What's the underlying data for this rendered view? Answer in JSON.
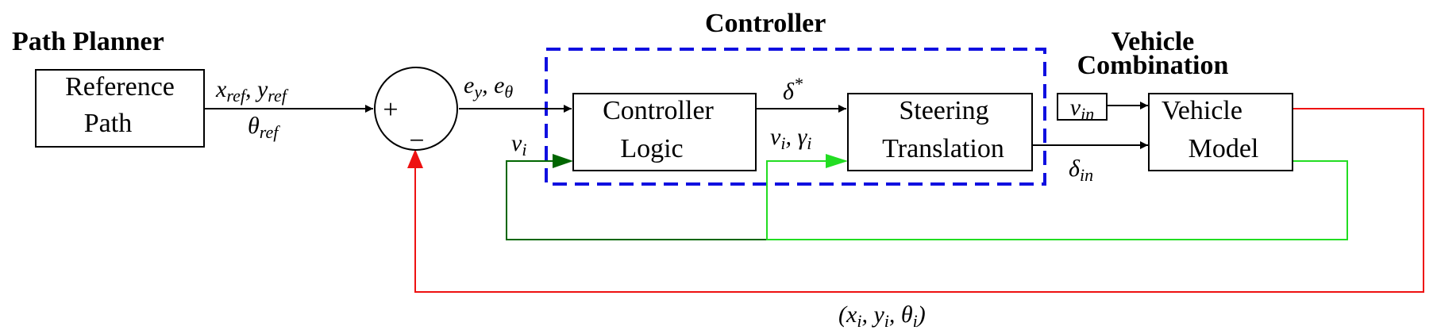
{
  "titles": {
    "path_planner": "Path Planner",
    "controller": "Controller",
    "vehicle_line1": "Vehicle",
    "vehicle_line2": "Combination"
  },
  "blocks": {
    "reference_path": [
      "Reference",
      "Path"
    ],
    "controller_logic": [
      "Controller",
      "Logic"
    ],
    "steering_translation": [
      "Steering",
      "Translation"
    ],
    "vehicle_model": [
      "Vehicle",
      "Model"
    ]
  },
  "summing_junction": {
    "plus": "+",
    "minus": "−"
  },
  "signals": {
    "x_ref": "x",
    "x_ref_sub": "ref",
    "y_ref": "y",
    "y_ref_sub": "ref",
    "theta_ref": "θ",
    "theta_ref_sub": "ref",
    "e_y": "e",
    "e_y_sub": "y",
    "e_theta": "e",
    "e_theta_sub": "θ",
    "v_i": "v",
    "v_i_sub": "i",
    "delta_star": "δ",
    "delta_star_sup": "*",
    "v_i2": "v",
    "v_i2_sub": "i",
    "gamma_i": "γ",
    "gamma_i_sub": "i",
    "v_in": "v",
    "v_in_sub": "in",
    "delta_in": "δ",
    "delta_in_sub": "in",
    "feedback": "(x",
    "feedback_x_sub": "i",
    "feedback_y": "y",
    "feedback_y_sub": "i",
    "feedback_theta": "θ",
    "feedback_theta_sub": "i"
  },
  "colors": {
    "controller_border": "#1010e0",
    "red_feedback": "#ee1111",
    "green_light": "#22dd22",
    "green_dark": "#006600",
    "black": "#000000"
  }
}
